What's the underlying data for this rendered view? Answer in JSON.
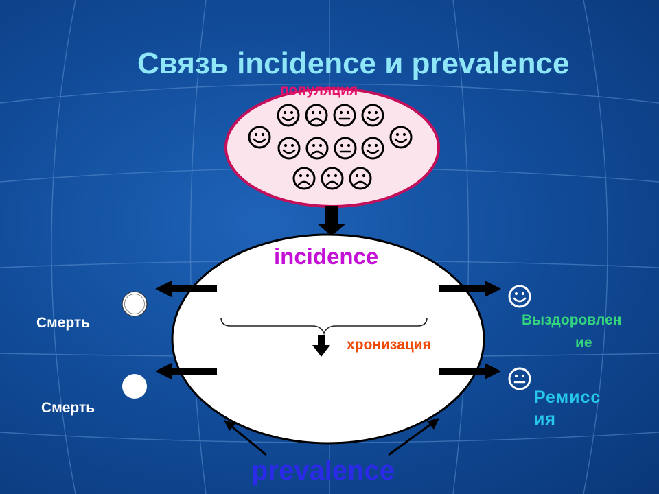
{
  "title": "Связь incidence и prevalence",
  "population_label": "популяция",
  "incidence_label": "incidence",
  "chronization_label": "хронизация",
  "prevalence_label": "prevalence",
  "death_label_top": "Смерть",
  "death_label_bottom": "Смерть",
  "recovery_label_line1": "Выздоровлен",
  "recovery_label_line2": "ие",
  "remission_label_line1": "Ремисс",
  "remission_label_line2": "ия",
  "colors": {
    "title": "#8ee6f7",
    "population": "#e3126c",
    "incidence": "#c410d6",
    "chronization": "#ee4b08",
    "prevalence": "#2a2ae8",
    "recovery": "#34d37e",
    "remission": "#26c7ea"
  },
  "population_faces": [
    "happy-face-icon",
    "sad-face-icon",
    "neutral-face-icon",
    "happy-face-icon",
    "happy-face-icon",
    "happy-face-icon",
    "sad-face-icon",
    "neutral-face-icon",
    "happy-face-icon",
    "happy-face-icon",
    "sad-face-icon",
    "sad-face-icon",
    "sad-face-icon"
  ],
  "outcome_icons": {
    "death_top": "outlined-circle-icon",
    "death_bottom": "filled-circle-icon",
    "recovery": "happy-face-icon",
    "remission": "neutral-face-icon"
  }
}
